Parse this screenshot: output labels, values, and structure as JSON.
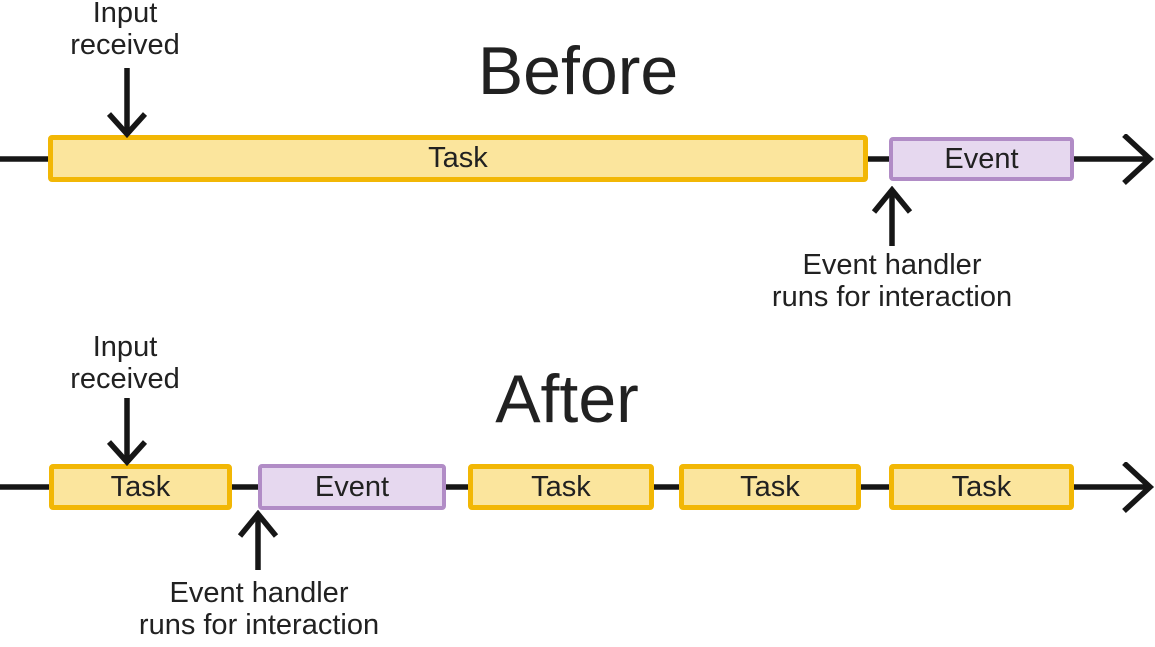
{
  "colors": {
    "background": "#FFFFFF",
    "text": "#212121",
    "arrow": "#161616",
    "task_fill": "#FBE59D",
    "task_border": "#F2B705",
    "event_fill": "#E6D8EF",
    "event_border": "#B18CC6"
  },
  "before": {
    "title": "Before",
    "input_label": "Input\nreceived",
    "handler_label": "Event handler\nruns for interaction",
    "boxes": [
      {
        "label": "Task",
        "type": "task"
      },
      {
        "label": "Event",
        "type": "event"
      }
    ]
  },
  "after": {
    "title": "After",
    "input_label": "Input\nreceived",
    "handler_label": "Event handler\nruns for interaction",
    "boxes": [
      {
        "label": "Task",
        "type": "task"
      },
      {
        "label": "Event",
        "type": "event"
      },
      {
        "label": "Task",
        "type": "task"
      },
      {
        "label": "Task",
        "type": "task"
      },
      {
        "label": "Task",
        "type": "task"
      }
    ]
  }
}
